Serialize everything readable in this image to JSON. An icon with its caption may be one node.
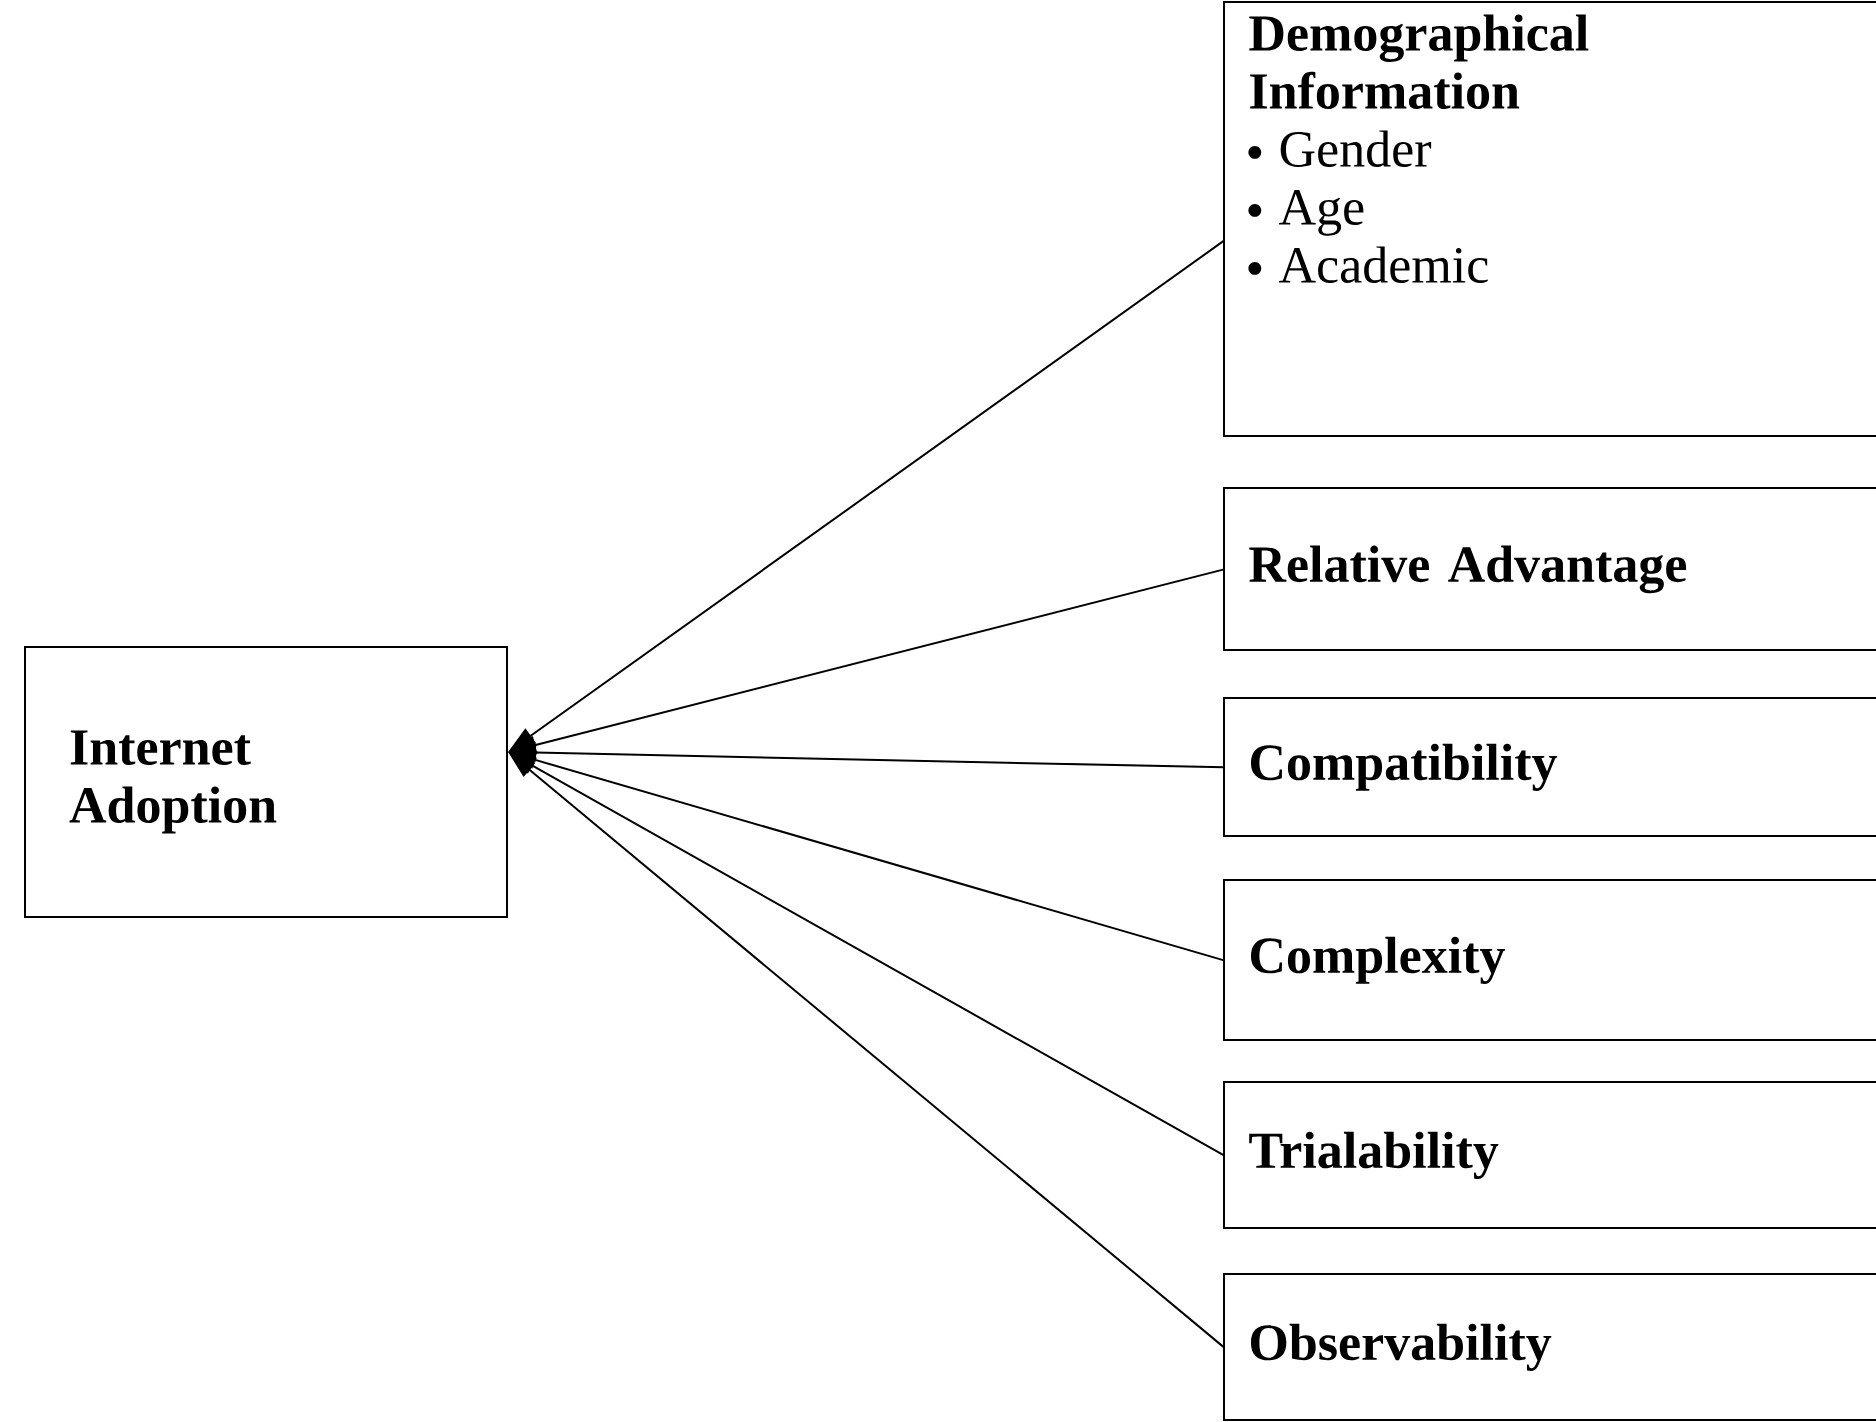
{
  "diagram": {
    "nodes": [
      {
        "text": [
          "Internet Adoption"
        ]
      },
      {
        "text": [
          "Demographical Information",
          "Gender",
          "Age",
          "Academic"
        ]
      },
      {
        "text": [
          "Relative Advantage"
        ]
      },
      {
        "text": [
          "Compatibility"
        ]
      },
      {
        "text": [
          "Complexity"
        ]
      },
      {
        "text": [
          "Trialability"
        ]
      },
      {
        "text": [
          "Observability"
        ]
      }
    ],
    "edges": [
      {
        "from": 1,
        "to": 0,
        "arrow": "to"
      },
      {
        "from": 2,
        "to": 0,
        "arrow": "to"
      },
      {
        "from": 3,
        "to": 0,
        "arrow": "to"
      },
      {
        "from": 4,
        "to": 0,
        "arrow": "to"
      },
      {
        "from": 5,
        "to": 0,
        "arrow": "to"
      },
      {
        "from": 6,
        "to": 0,
        "arrow": "to"
      }
    ]
  }
}
